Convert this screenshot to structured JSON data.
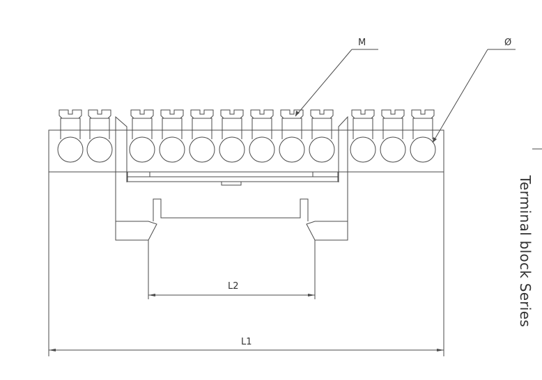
{
  "labels": {
    "m": "M",
    "diameter": "Ø",
    "l1": "L1",
    "l2": "L2"
  },
  "side_title": "Terminal block Series",
  "terminal_count": 12,
  "colors": {
    "line": "#4a4a4a",
    "text": "#333333",
    "background": "#ffffff"
  }
}
